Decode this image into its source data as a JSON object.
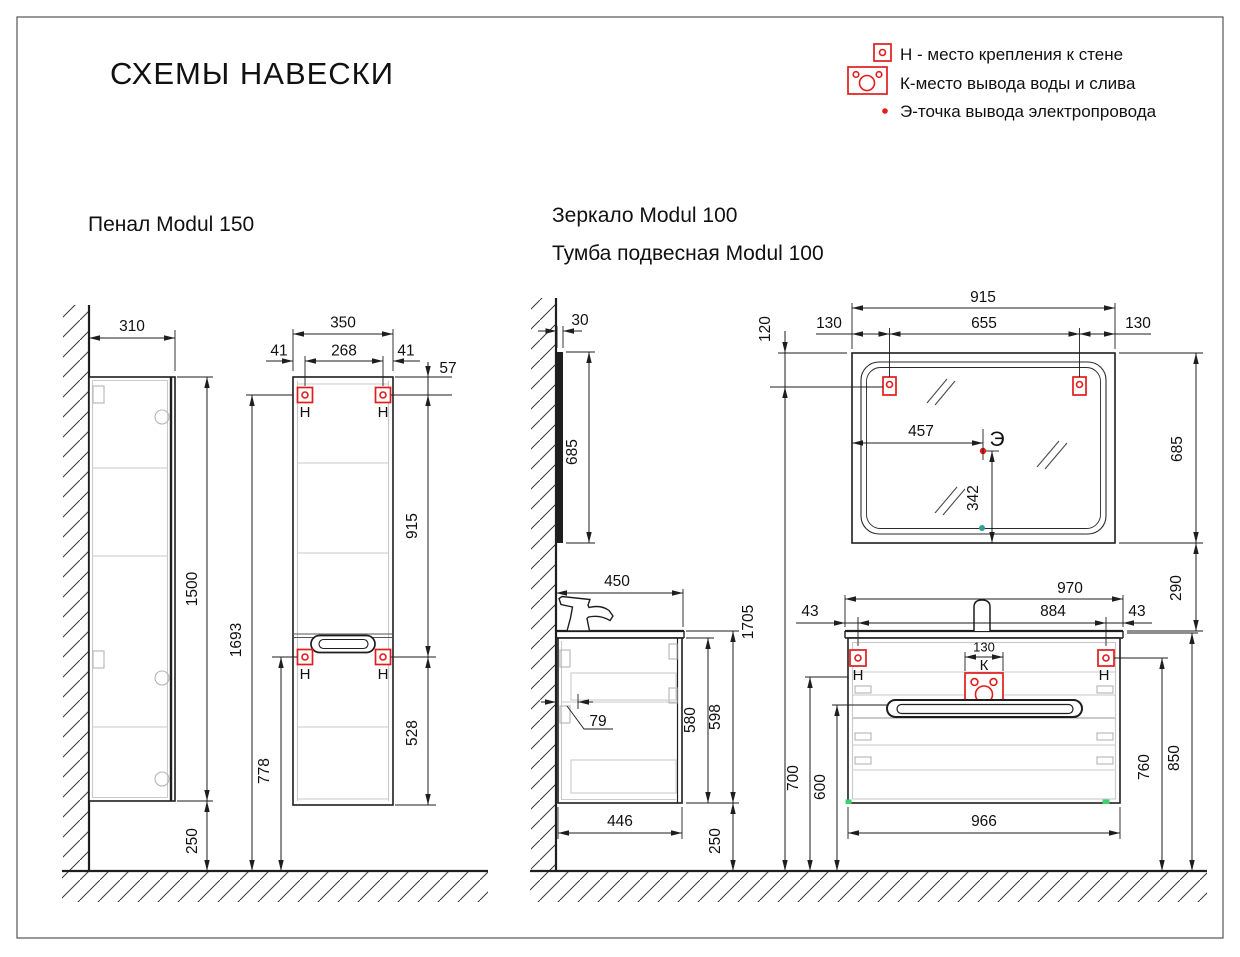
{
  "title": "СХЕМЫ НАВЕСКИ",
  "legend": {
    "mount_label": "Н - место крепления к стене",
    "water_label": "К-место вывода воды и слива",
    "electric_label": "Э-точка вывода электропровода"
  },
  "markers": {
    "mount": "Н",
    "water": "К",
    "electric": "Э"
  },
  "colors": {
    "marker_red": "#e21d1d",
    "sensor_teal": "#2f9f9b",
    "tick_green": "#3ed06e"
  },
  "penal": {
    "title": "Пенал Modul 150",
    "side": {
      "depth": "310",
      "height": "1500",
      "mount_total_height": "1693",
      "bottom_clearance": "250"
    },
    "front": {
      "width": "350",
      "mount_left_inset": "41",
      "mount_spacing": "268",
      "mount_right_inset": "41",
      "mount_top_offset": "57",
      "mount_vertical_spacing": "915",
      "bottom_section": "528",
      "lower_mount_height": "778"
    }
  },
  "mirror": {
    "title": "Зеркало Modul 100",
    "side": {
      "depth": "30",
      "height": "685"
    },
    "front": {
      "width": "915",
      "mount_left_inset": "130",
      "mount_spacing": "655",
      "mount_right_inset": "130",
      "mount_top_offset": "120",
      "electric_from_left": "457",
      "electric_from_bottom": "342",
      "height": "685",
      "gap_below": "290",
      "mount_height_from_floor": "1705"
    }
  },
  "vanity": {
    "title": "Тумба подвесная Modul 100",
    "side": {
      "top_depth": "450",
      "wall_gap": "79",
      "body_height": "580",
      "total_height": "598",
      "bottom_depth": "446",
      "bottom_clearance": "250"
    },
    "front": {
      "top_width": "970",
      "mount_left_inset": "43",
      "mount_spacing": "884",
      "mount_right_inset": "43",
      "drain_width": "130",
      "mount_line_height": "700",
      "handle_height": "600",
      "bottom_width": "966",
      "mount_height": "760",
      "top_height": "850"
    }
  }
}
